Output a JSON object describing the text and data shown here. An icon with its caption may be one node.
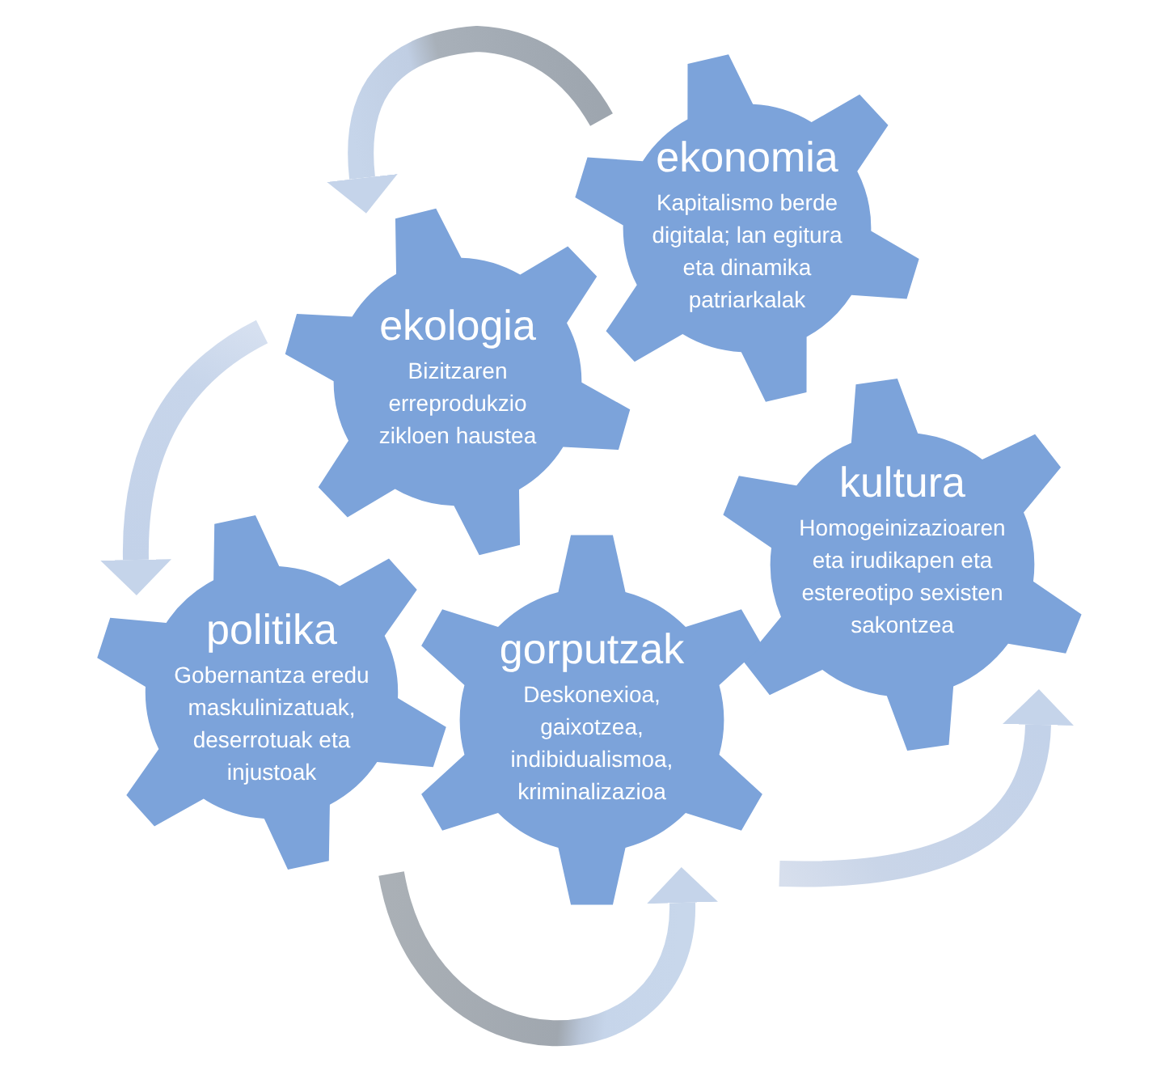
{
  "diagram": {
    "nodes": [
      {
        "text": [
          "ekonomia",
          "Kapitalismo berde digitala; lan egitura eta dinamika patriarkalak"
        ]
      },
      {
        "text": [
          "ekologia",
          "Bizitzaren erreprodukzio zikloen haustea"
        ]
      },
      {
        "text": [
          "kultura",
          "Homogeinizazioaren eta irudikapen eta estereotipo sexisten sakontzea"
        ]
      },
      {
        "text": [
          "politika",
          "Gobernantza eredu maskulinizatuak, deserrotuak eta injustoak"
        ]
      },
      {
        "text": [
          "gorputzak",
          "Deskonexioa, gaixotzea, indibidualismoa, kriminalizazioa"
        ]
      }
    ],
    "edges": [
      {
        "from": 0,
        "to": 1,
        "arrow": "to"
      },
      {
        "from": 1,
        "to": 3,
        "arrow": "to"
      },
      {
        "from": 3,
        "to": 4,
        "arrow": "to"
      },
      {
        "from": 4,
        "to": 2,
        "arrow": "to"
      }
    ]
  }
}
